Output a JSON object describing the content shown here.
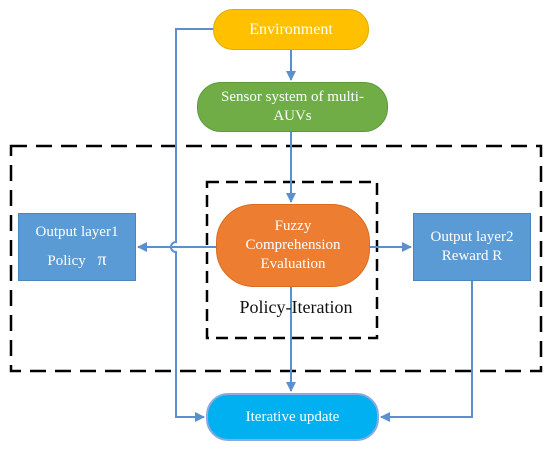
{
  "nodes": {
    "environment": "Environment",
    "sensor": [
      "Sensor system of multi-",
      "AUVs"
    ],
    "fuzzy": [
      "Fuzzy",
      "Comprehension",
      "Evaluation"
    ],
    "output1": [
      "Output layer1",
      "Policy"
    ],
    "policy_symbol": "π",
    "output2": [
      "Output layer2",
      "Reward R"
    ],
    "iterative": "Iterative update"
  },
  "labels": {
    "policy_iteration": "Policy-Iteration"
  },
  "colors": {
    "environment": "#ffc000",
    "sensor": "#70ad47",
    "fuzzy": "#ed7d31",
    "output_layers": "#5b9bd5",
    "iterative": "#00b0f0",
    "arrow": "#5b8fd0",
    "dashed_border": "#000000"
  }
}
